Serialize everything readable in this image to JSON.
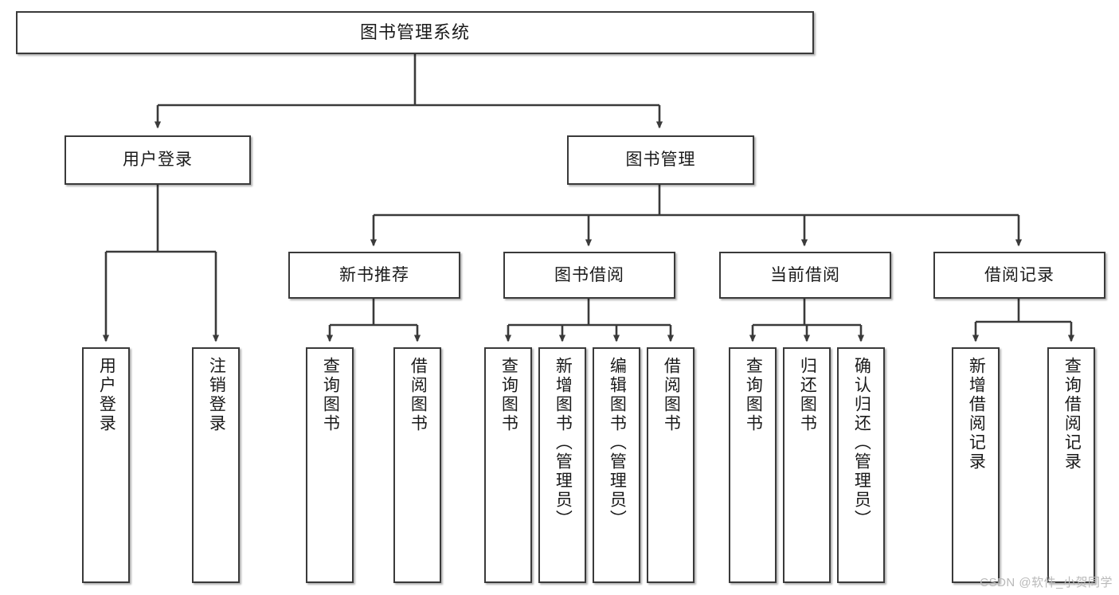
{
  "diagram": {
    "title": "图书管理系统",
    "type": "tree-hierarchy-chart",
    "line_color": "#3a3a3a",
    "box_fill": "#ffffff",
    "text_color": "#1a1a1a",
    "root": {
      "id": "root",
      "label": "图书管理系统"
    },
    "level1": [
      {
        "id": "user-login",
        "label": "用户登录"
      },
      {
        "id": "book-manage",
        "label": "图书管理"
      }
    ],
    "level2": [
      {
        "id": "new-book-rec",
        "label": "新书推荐"
      },
      {
        "id": "book-borrow",
        "label": "图书借阅"
      },
      {
        "id": "current-borrow",
        "label": "当前借阅"
      },
      {
        "id": "borrow-record",
        "label": "借阅记录"
      }
    ],
    "leaves": {
      "user_login": [
        {
          "id": "leaf-user-login",
          "label": "用户登录"
        },
        {
          "id": "leaf-logout-login",
          "label": "注销登录"
        }
      ],
      "new_book_rec": [
        {
          "id": "leaf-query-book-1",
          "label": "查询图书"
        },
        {
          "id": "leaf-borrow-book-1",
          "label": "借阅图书"
        }
      ],
      "book_borrow": [
        {
          "id": "leaf-query-book-2",
          "label": "查询图书"
        },
        {
          "id": "leaf-add-book",
          "label": "新增图书（管理员）"
        },
        {
          "id": "leaf-edit-book",
          "label": "编辑图书（管理员）"
        },
        {
          "id": "leaf-borrow-book-2",
          "label": "借阅图书"
        }
      ],
      "current_borrow": [
        {
          "id": "leaf-query-book-3",
          "label": "查询图书"
        },
        {
          "id": "leaf-return-book",
          "label": "归还图书"
        },
        {
          "id": "leaf-confirm-return",
          "label": "确认归还（管理员）"
        }
      ],
      "borrow_record": [
        {
          "id": "leaf-add-record",
          "label": "新增借阅记录"
        },
        {
          "id": "leaf-query-record",
          "label": "查询借阅记录"
        }
      ]
    }
  },
  "watermark": {
    "text": "CSDN @软件_小贺同学"
  }
}
